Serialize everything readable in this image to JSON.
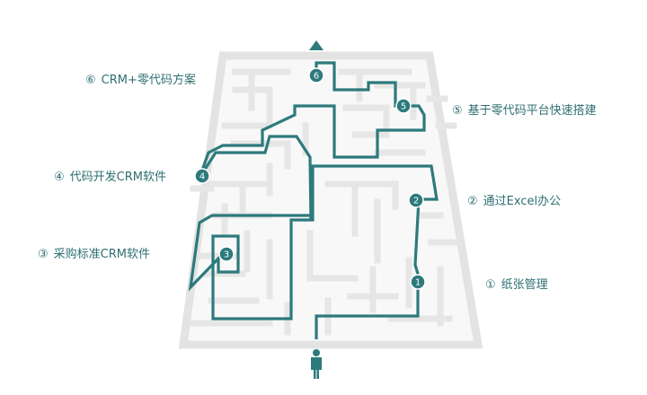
{
  "colors": {
    "path": "#2d7a7c",
    "maze_wall": "#e7e7e7",
    "label": "#2f6f72",
    "marker_text": "#ffffff",
    "figure": "#2d7a7c"
  },
  "stages": [
    {
      "marker": "1",
      "circled": "①",
      "text": "纸张管理"
    },
    {
      "marker": "2",
      "circled": "②",
      "text": "通过Excel办公"
    },
    {
      "marker": "3",
      "circled": "③",
      "text": "采购标准CRM软件"
    },
    {
      "marker": "4",
      "circled": "④",
      "text": "代码开发CRM软件"
    },
    {
      "marker": "5",
      "circled": "⑤",
      "text": "基于零代码平台快速搭建"
    },
    {
      "marker": "6",
      "circled": "⑥",
      "text": "CRM+零代码方案"
    }
  ],
  "icons": {
    "exit": "up-arrow-icon",
    "start": "person-icon"
  }
}
